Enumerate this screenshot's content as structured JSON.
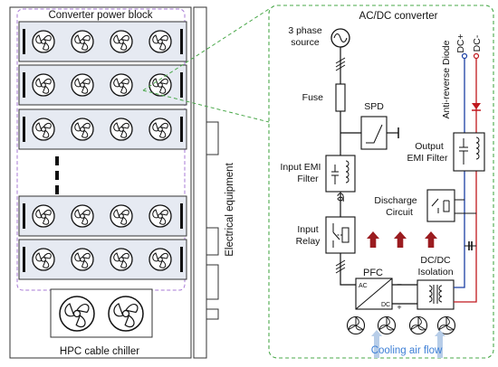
{
  "left": {
    "power_block_title": "Converter power block",
    "electrical_label": "Electrical equipment",
    "chiller_title": "HPC cable chiller"
  },
  "converter": {
    "title": "AC/DC converter",
    "source_label_line1": "3 phase",
    "source_label_line2": "source",
    "fuse": "Fuse",
    "spd": "SPD",
    "input_emi_line1": "Input EMI",
    "input_emi_line2": "Filter",
    "input_relay_line1": "Input",
    "input_relay_line2": "Relay",
    "discharge_line1": "Discharge",
    "discharge_line2": "Circuit",
    "pfc": "PFC",
    "pfc_ac": "AC",
    "pfc_dc": "DC",
    "pfc_minus": "−",
    "pfc_plus": "+",
    "dcdc_line1": "DC/DC",
    "dcdc_line2": "Isolation",
    "output_emi_line1": "Output",
    "output_emi_line2": "EMI Filter",
    "diode_label": "Anti-reverse  Diode",
    "dc_plus": "DC+",
    "dc_minus": "DC-",
    "airflow": "Cooling air flow"
  },
  "colors": {
    "dc_plus_wire": "#c0181d",
    "dc_minus_wire": "#1a3fa3",
    "arrow": "#9b1c20",
    "airflow_arrow": "#b7cde8",
    "airflow_text": "#3d7fd6",
    "block_dash": "#a77ad6",
    "converter_dash": "#4aa84a",
    "module_fill": "#e6eaf2"
  },
  "icons": [
    "fan-icon",
    "ac-source-icon",
    "inductor-icon",
    "switch-icon",
    "transformer-icon",
    "diode-icon",
    "capacitor-icon",
    "arrow-up-icon"
  ]
}
